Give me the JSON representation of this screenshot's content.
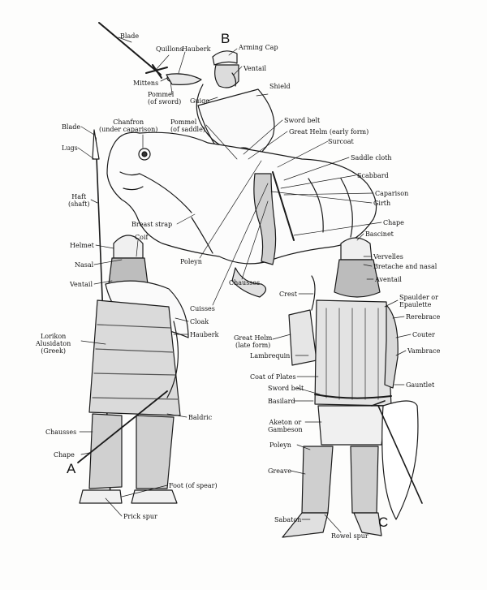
{
  "figures": {
    "A": "A",
    "B": "B",
    "C": "C"
  },
  "labels_b": {
    "blade": "Blade",
    "quillons": "Quillons",
    "hauberk": "Hauberk",
    "arming_cap": "Arming Cap",
    "ventail": "Ventail",
    "mittens": "Mittens",
    "pommel_sword": "Pommel\n(of sword)",
    "guige": "Guige",
    "shield": "Shield",
    "chanfron": "Chanfron\n(under caparison)",
    "pommel_saddle": "Pommel\n(of saddle)",
    "sword_belt": "Sword belt",
    "great_helm_early": "Great Helm (early form)",
    "surcoat": "Surcoat",
    "saddle_cloth": "Saddle cloth",
    "scabbard": "Scabbard",
    "caparison": "Caparison",
    "girth": "Girth",
    "breast_strap": "Breast strap",
    "chape": "Chape",
    "poleyn": "Poleyn",
    "chausses": "Chausses",
    "cuisses": "Cuisses"
  },
  "labels_a": {
    "blade": "Blade",
    "lugs": "Lugs",
    "haft": "Haft\n(shaft)",
    "helmet": "Helmet",
    "coif": "Coif",
    "nasal": "Nasal",
    "ventail": "Ventail",
    "cloak": "Cloak",
    "hauberk": "Hauberk",
    "lorikon": "Lorikon\nAlusidaton\n(Greek)",
    "baldric": "Baldric",
    "chausses": "Chausses",
    "chape": "Chape",
    "foot_of_spear": "Foot (of spear)",
    "prick_spur": "Prick spur"
  },
  "labels_c": {
    "bascinet": "Bascinet",
    "vervelles": "Vervelles",
    "bretache": "Bretache and nasal",
    "aventail": "Aventail",
    "crest": "Crest",
    "spaulder": "Spaulder or\nEpaulette",
    "rerebrace": "Rerebrace",
    "couter": "Couter",
    "vambrace": "Vambrace",
    "great_helm_late": "Great Helm\n(late form)",
    "lambrequin": "Lambrequin",
    "coat_of_plates": "Coat of Plates",
    "sword_belt": "Sword belt",
    "gauntlet": "Gauntlet",
    "basilard": "Basilard",
    "aketon": "Aketon or\nGambeson",
    "poleyn": "Poleyn",
    "greave": "Greave",
    "sabaton": "Sabaton",
    "rowel_spur": "Rowel spur"
  }
}
